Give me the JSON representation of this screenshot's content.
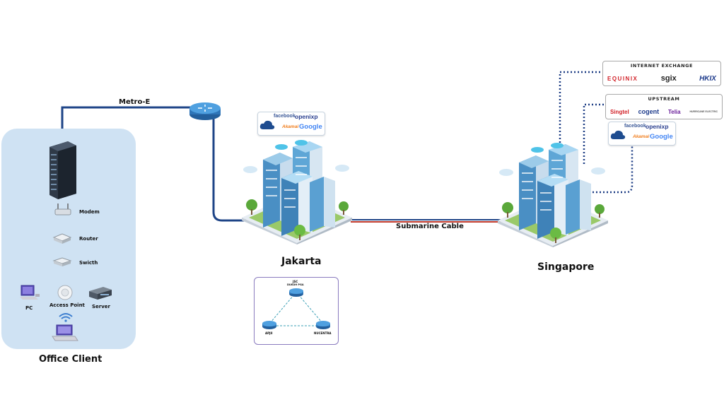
{
  "colors": {
    "cable_navy": "#1e4487",
    "submarine_red": "#c0392b",
    "dotted_navy": "#1d3d84",
    "office_panel": "#cfe2f3",
    "router_blue": "#3d8fd6",
    "topology_border": "#8a7bbf",
    "building_blue": "#5fa8d8",
    "grass_green": "#7ab34a"
  },
  "office": {
    "title": "Office Client",
    "devices": {
      "modem": "Modem",
      "router": "Router",
      "switch": "Swicth",
      "pc": "PC",
      "access_point": "Access Point",
      "server": "Server"
    }
  },
  "links": {
    "metro_e": "Metro-E",
    "submarine": "Submarine Cable"
  },
  "cities": {
    "jakarta": "Jakarta",
    "singapore": "Singapore"
  },
  "internet_exchange": {
    "title": "INTERNET EXCHANGE",
    "logos": [
      "EQUINIX",
      "sgix",
      "HKIX"
    ]
  },
  "upstream": {
    "title": "UPSTREAM",
    "logos": [
      "Singtel",
      "cogent",
      "Telia",
      "HURRICANE ELECTRIC"
    ]
  },
  "content_providers": [
    "facebook",
    "openixp",
    "Akamai",
    "Google"
  ],
  "topology": {
    "top_node": "JSC",
    "top_node_sub": "DUKUH PGA",
    "left_node": "APJII",
    "right_node": "NUCENTRA"
  },
  "icons": [
    "server-rack-icon",
    "modem-icon",
    "router-icon",
    "switch-icon",
    "pc-icon",
    "access-point-icon",
    "server-icon",
    "wifi-icon",
    "laptop-icon",
    "metro-router-icon",
    "jakarta-datacenter-icon",
    "singapore-datacenter-icon",
    "cloud-icon"
  ]
}
